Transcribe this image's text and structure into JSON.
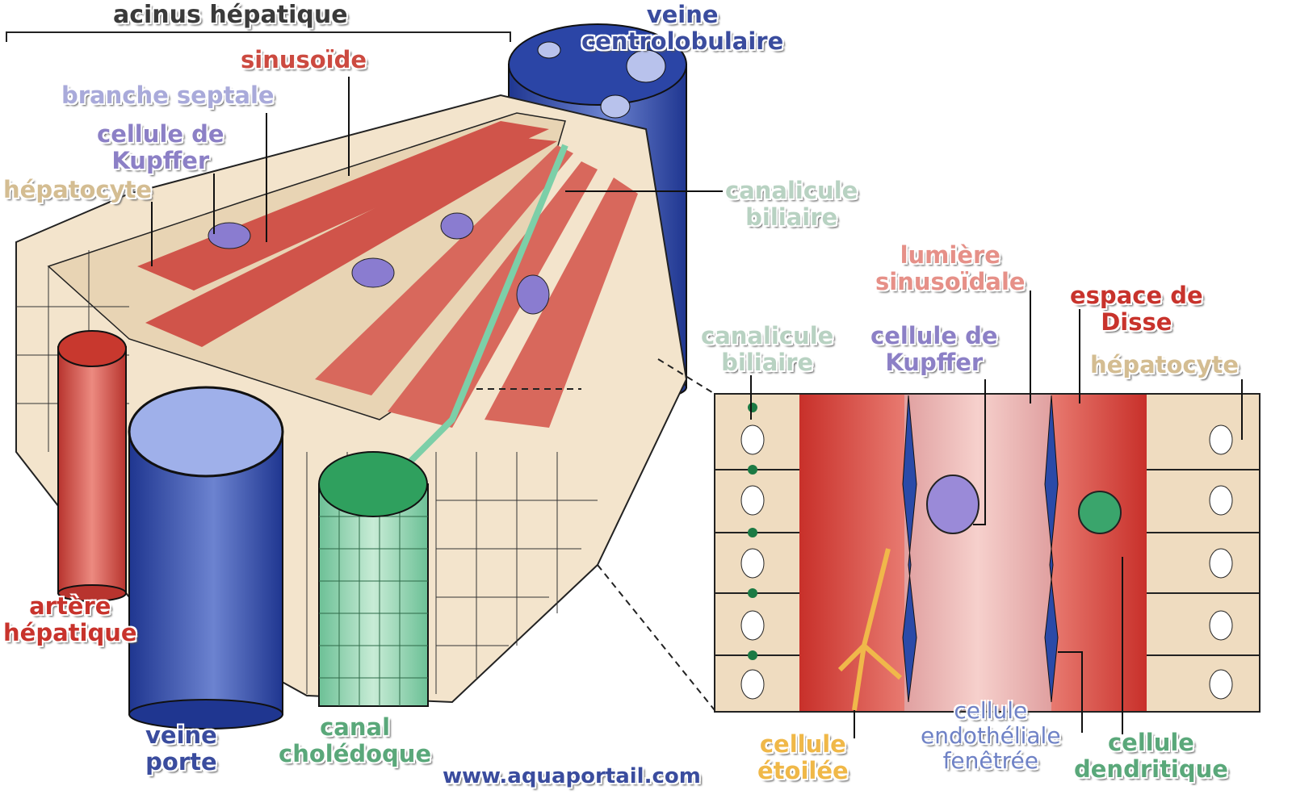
{
  "title": "acinus hépatique",
  "labels": {
    "acinus": "acinus hépatique",
    "veine_centro_1": "veine",
    "veine_centro_2": "centrolobulaire",
    "sinusoide": "sinusoïde",
    "branche_septale": "branche septale",
    "kupffer_1": "cellule de",
    "kupffer_2": "Kupffer",
    "hepatocyte": "hépatocyte",
    "canalicule_1": "canalicule",
    "canalicule_2": "biliaire",
    "lumiere_1": "lumière",
    "lumiere_2": "sinusoïdale",
    "disse_1": "espace de",
    "disse_2": "Disse",
    "canalicule_b_1": "canalicule",
    "canalicule_b_2": "biliaire",
    "kupffer_b_1": "cellule de",
    "kupffer_b_2": "Kupffer",
    "hepatocyte_b": "hépatocyte",
    "artere_1": "artère",
    "artere_2": "hépatique",
    "veine_porte_1": "veine",
    "veine_porte_2": "porte",
    "canal_1": "canal",
    "canal_2": "cholédoque",
    "etoilee_1": "cellule",
    "etoilee_2": "étoilée",
    "endo_1": "cellule",
    "endo_2": "endothéliale",
    "endo_3": "fenêtrée",
    "dendri_1": "cellule",
    "dendri_2": "dendritique"
  },
  "watermark": "www.aquaportail.com",
  "colors": {
    "blue": "#3a4c9e",
    "red": "#c9413a",
    "beige": "#efdcc0",
    "green": "#4fa36e",
    "purple": "#8b80c8",
    "yellow": "#f0b84a"
  }
}
